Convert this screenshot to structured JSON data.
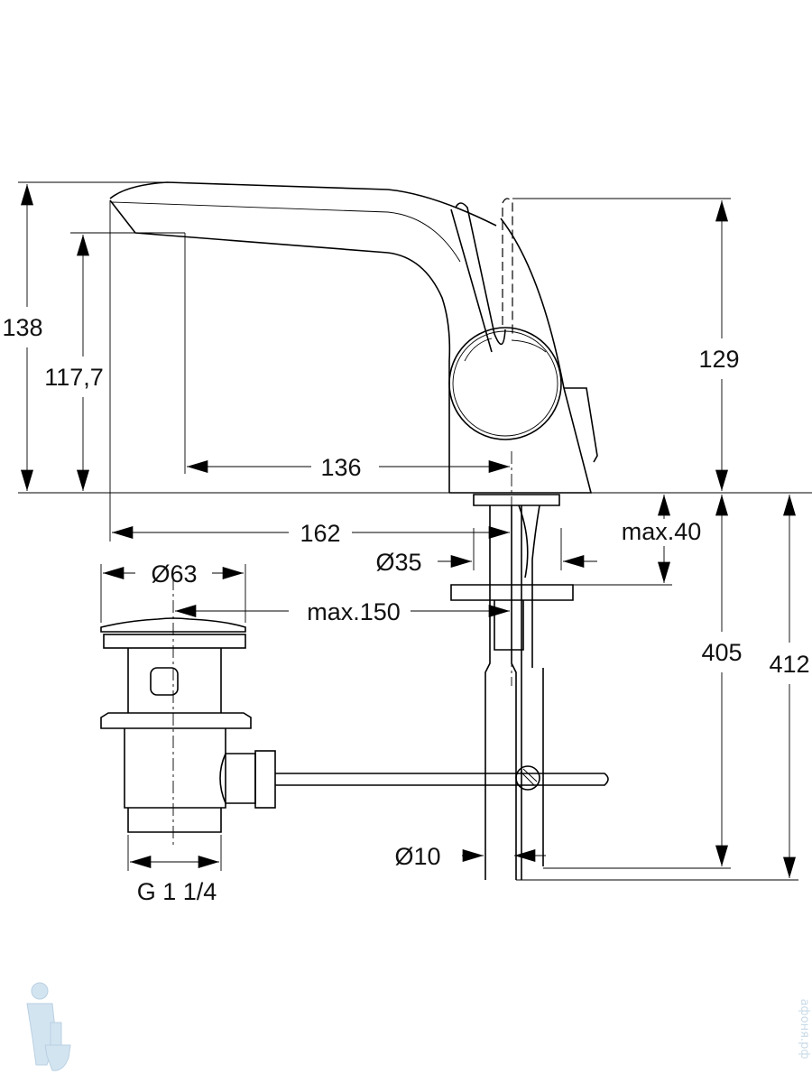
{
  "drawing": {
    "dimensions": {
      "total_height": "138",
      "spout_height": "117,7",
      "spout_reach": "136",
      "total_length": "162",
      "lever_height": "129",
      "max_deck": "max.40",
      "hole_diameter": "Ø35",
      "drain_diameter": "Ø63",
      "max_rod": "max.150",
      "hose_length": "405",
      "total_below": "412",
      "hose_diameter": "Ø10",
      "drain_thread": "G 1 1/4"
    },
    "watermark": "афоня.рф"
  },
  "colors": {
    "line": "#000000",
    "watermark": "#c9dbe8"
  }
}
